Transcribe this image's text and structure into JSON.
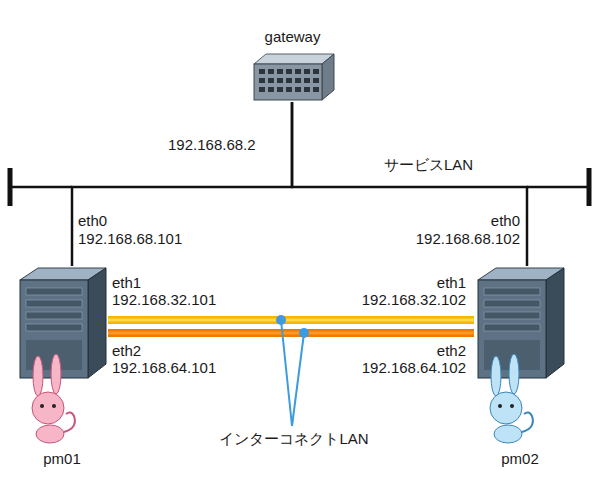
{
  "diagram": {
    "nodes": [
      {
        "text": [
          "gateway"
        ]
      },
      {
        "text": [
          "pm01"
        ]
      },
      {
        "text": [
          "pm02"
        ]
      }
    ],
    "edges": [
      {
        "from": 0,
        "to": 1,
        "arrow": "none"
      },
      {
        "from": 0,
        "to": 2,
        "arrow": "none"
      },
      {
        "from": 1,
        "to": 2,
        "arrow": "none"
      },
      {
        "from": 1,
        "to": 2,
        "arrow": "none"
      }
    ],
    "labels": [
      "192.168.68.2",
      "サービスLAN",
      "eth0",
      "192.168.68.101",
      "eth0",
      "192.168.68.102",
      "eth1",
      "192.168.32.101",
      "eth2",
      "192.168.64.101",
      "eth1",
      "192.168.32.102",
      "eth2",
      "192.168.64.102",
      "インターコネクトLAN"
    ]
  }
}
